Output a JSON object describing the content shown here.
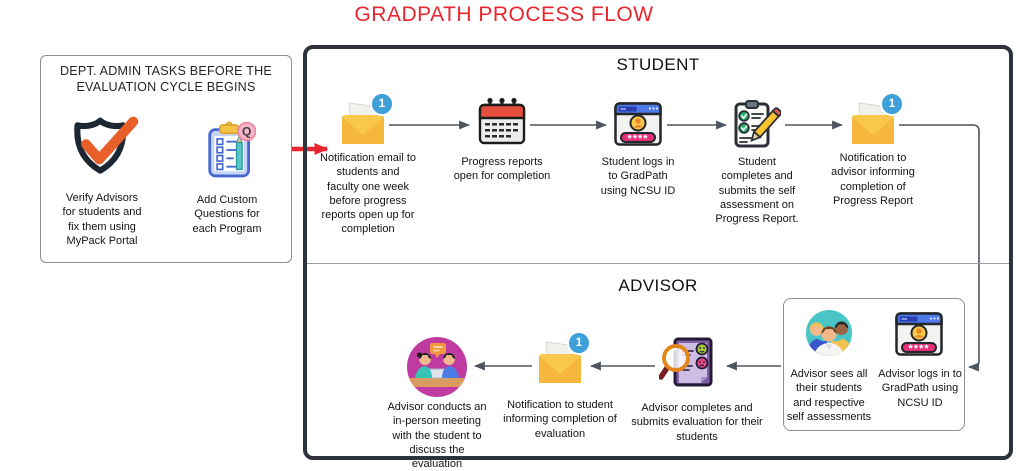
{
  "title": "GRADPATH PROCESS FLOW",
  "colors": {
    "title_red": "#e8262d",
    "flow_arrow_red": "#e8262d",
    "connector_gray": "#4e555e",
    "outer_border": "#2d323c",
    "badge_blue": "#3f9fd9",
    "envelope_yellow": "#f9c74a"
  },
  "icons": {
    "password_mask": "****",
    "questions_badge_glyph": "Q"
  },
  "admin_box": {
    "title": "DEPT. ADMIN TASKS BEFORE THE EVALUATION CYCLE BEGINS",
    "steps": [
      {
        "icon": "shield-check-icon",
        "label": "Verify Advisors for students and fix them using MyPack Portal"
      },
      {
        "icon": "clipboard-questions-icon",
        "label": "Add Custom Questions for each Program"
      }
    ]
  },
  "student_section": {
    "header": "STUDENT",
    "steps": [
      {
        "icon": "email-notification-icon",
        "badge": "1",
        "label": "Notification email to students and faculty one week before progress reports open up for completion"
      },
      {
        "icon": "calendar-icon",
        "label": "Progress reports open for completion"
      },
      {
        "icon": "login-window-icon",
        "label": "Student logs in to GradPath using NCSU ID"
      },
      {
        "icon": "self-assessment-icon",
        "label": "Student completes and submits the self assessment on Progress Report."
      },
      {
        "icon": "email-notification-icon",
        "badge": "1",
        "label": "Notification to advisor informing completion of Progress Report"
      }
    ]
  },
  "advisor_section": {
    "header": "ADVISOR",
    "login_group": {
      "steps": [
        {
          "icon": "students-group-icon",
          "label": "Advisor sees all their students and respective self assessments"
        },
        {
          "icon": "login-window-icon",
          "label": "Advisor logs in to GradPath using NCSU ID"
        }
      ]
    },
    "steps": [
      {
        "icon": "evaluation-review-icon",
        "label": "Advisor completes and submits evaluation for their students"
      },
      {
        "icon": "email-notification-icon",
        "badge": "1",
        "label": "Notification to student informing completion of evaluation"
      },
      {
        "icon": "meeting-icon",
        "label": "Advisor conducts an in-person meeting with the student to discuss the evaluation"
      }
    ]
  }
}
